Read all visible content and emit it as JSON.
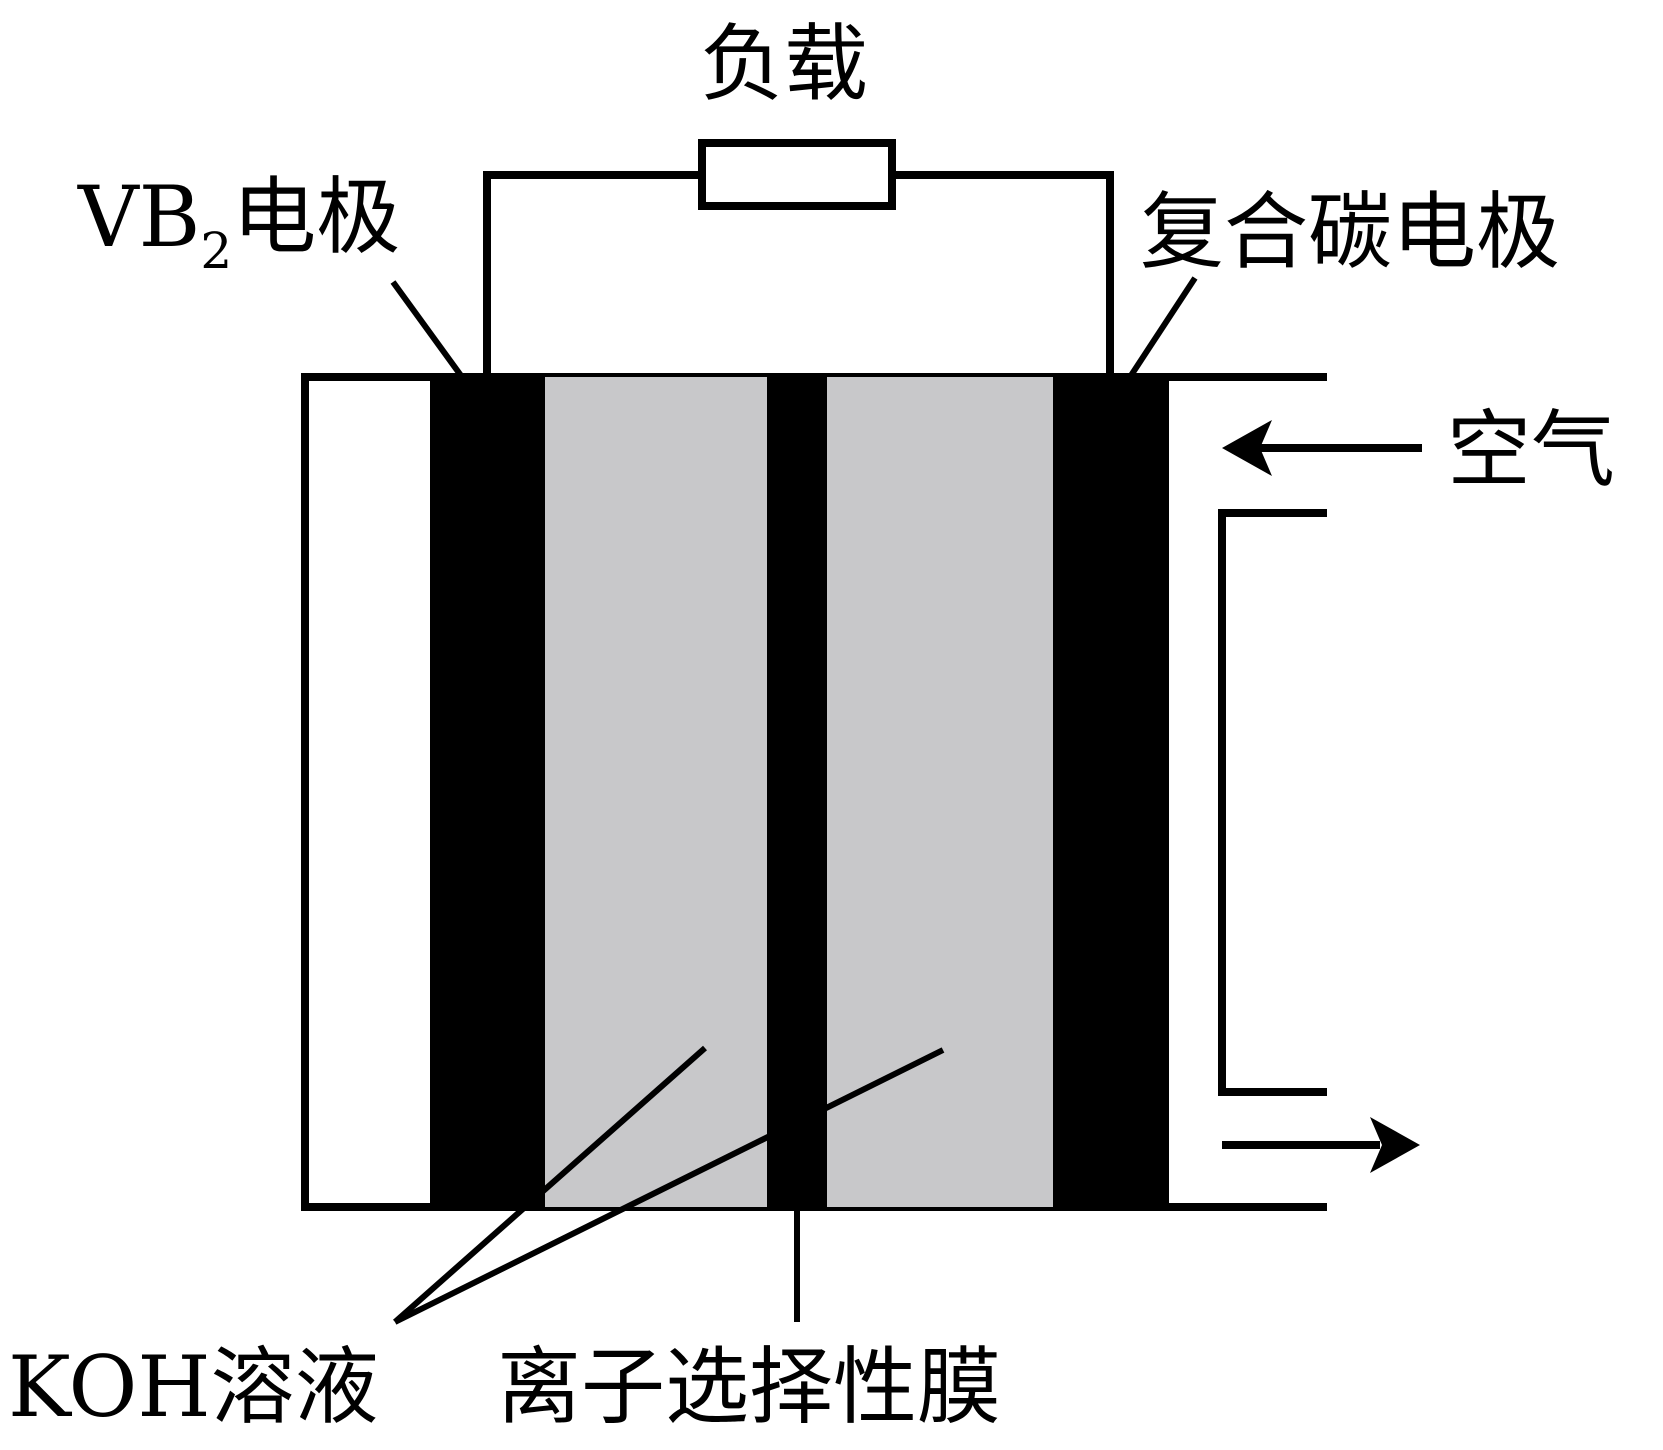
{
  "labels": {
    "load": "负载",
    "vb2_base": "VB",
    "vb2_sub": "2",
    "vb2_tail": "电极",
    "carbon_electrode": "复合碳电极",
    "air": "空气",
    "koh": "KOH溶液",
    "membrane": "离子选择性膜"
  },
  "colors": {
    "electrode": "#000000",
    "electrolyte": "#c8c8ca",
    "line": "#000000",
    "background": "#ffffff"
  }
}
